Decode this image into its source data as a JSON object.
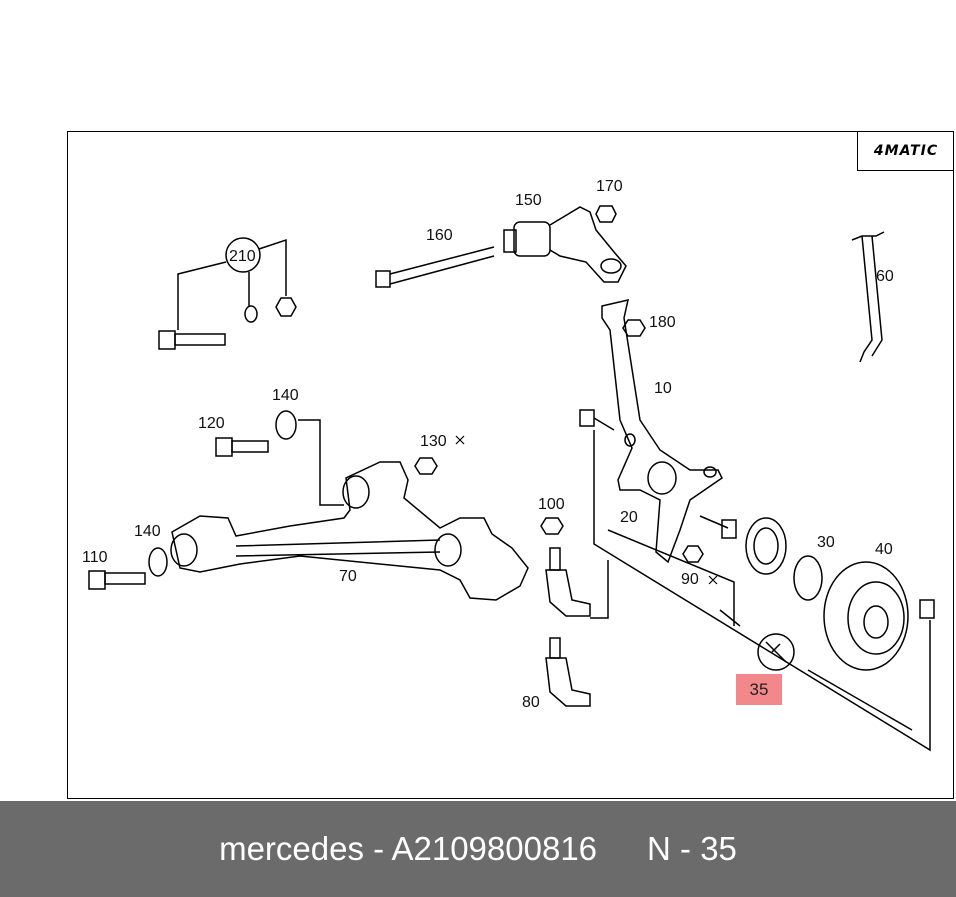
{
  "badge": "4MATIC",
  "labels": {
    "l210": "210",
    "l160": "160",
    "l150": "150",
    "l170": "170",
    "l180": "180",
    "l60": "60",
    "l140a": "140",
    "l120": "120",
    "l130": "130",
    "l10": "10",
    "l100": "100",
    "l140b": "140",
    "l110": "110",
    "l70": "70",
    "l20": "20",
    "l30": "30",
    "l40": "40",
    "l90": "90",
    "l80": "80"
  },
  "highlight": "35",
  "footer": {
    "left": "mercedes - A2109800816",
    "right": "N - 35"
  }
}
